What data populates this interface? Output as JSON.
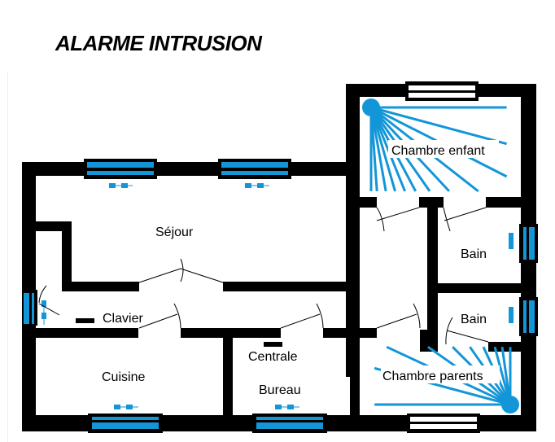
{
  "title": "ALARME INTRUSION",
  "colors": {
    "wall": "#000000",
    "sensor": "#1396d8",
    "background": "#ffffff"
  },
  "rooms": [
    {
      "id": "sejour",
      "label": "Séjour"
    },
    {
      "id": "chambre-enfant",
      "label": "Chambre enfant"
    },
    {
      "id": "bain-1",
      "label": "Bain"
    },
    {
      "id": "bain-2",
      "label": "Bain"
    },
    {
      "id": "chambre-parents",
      "label": "Chambre parents"
    },
    {
      "id": "cuisine",
      "label": "Cuisine"
    },
    {
      "id": "bureau",
      "label": "Bureau"
    }
  ],
  "devices": {
    "clavier": "Clavier",
    "centrale": "Centrale"
  },
  "legend_icons": {
    "motion_detector": "motion-detector-icon",
    "opening_detector": "door-window-contact-icon",
    "window": "window-icon"
  }
}
